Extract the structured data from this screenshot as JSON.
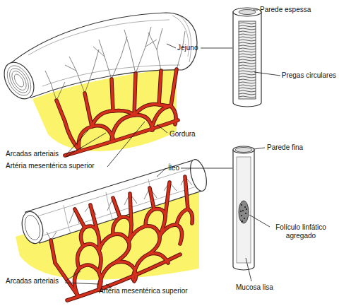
{
  "diagram": {
    "labels": [
      "Parede espessa",
      "Jejuno",
      "Pregas circulares",
      "Gordura",
      "Arcadas arteriais",
      "Artéria mesentérica superior",
      "Parede fina",
      "Íleo",
      "Folículo linfático agregado",
      "Mucosa lisa",
      "Arcadas arteriais",
      "Artéria mesentérica superior"
    ]
  }
}
